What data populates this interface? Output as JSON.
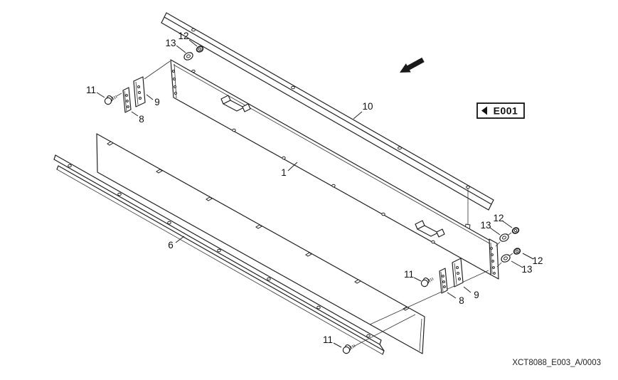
{
  "figure": {
    "drawing_id": "XCT8088_E003_A/0003",
    "reference": {
      "label": "E001"
    },
    "icons": {
      "direction_arrow": "southwest-bold-arrow",
      "figure_reference_marker": "left-pointing-triangle"
    },
    "colors": {
      "line": "#222222",
      "solid": "#1a1a1a",
      "background": "#ffffff"
    },
    "callouts": [
      {
        "id": "callout-12-top",
        "label": "12"
      },
      {
        "id": "callout-13-top",
        "label": "13"
      },
      {
        "id": "callout-11-left",
        "label": "11"
      },
      {
        "id": "callout-9-left",
        "label": "9"
      },
      {
        "id": "callout-8-left",
        "label": "8"
      },
      {
        "id": "callout-10",
        "label": "10"
      },
      {
        "id": "callout-1",
        "label": "1"
      },
      {
        "id": "callout-6",
        "label": "6"
      },
      {
        "id": "callout-12-right-top",
        "label": "12"
      },
      {
        "id": "callout-13-right-top",
        "label": "13"
      },
      {
        "id": "callout-12-right-bottom",
        "label": "12"
      },
      {
        "id": "callout-13-right-bottom",
        "label": "13"
      },
      {
        "id": "callout-11-right",
        "label": "11"
      },
      {
        "id": "callout-9-right",
        "label": "9"
      },
      {
        "id": "callout-8-right",
        "label": "8"
      },
      {
        "id": "callout-11-bottom",
        "label": "11"
      }
    ]
  }
}
